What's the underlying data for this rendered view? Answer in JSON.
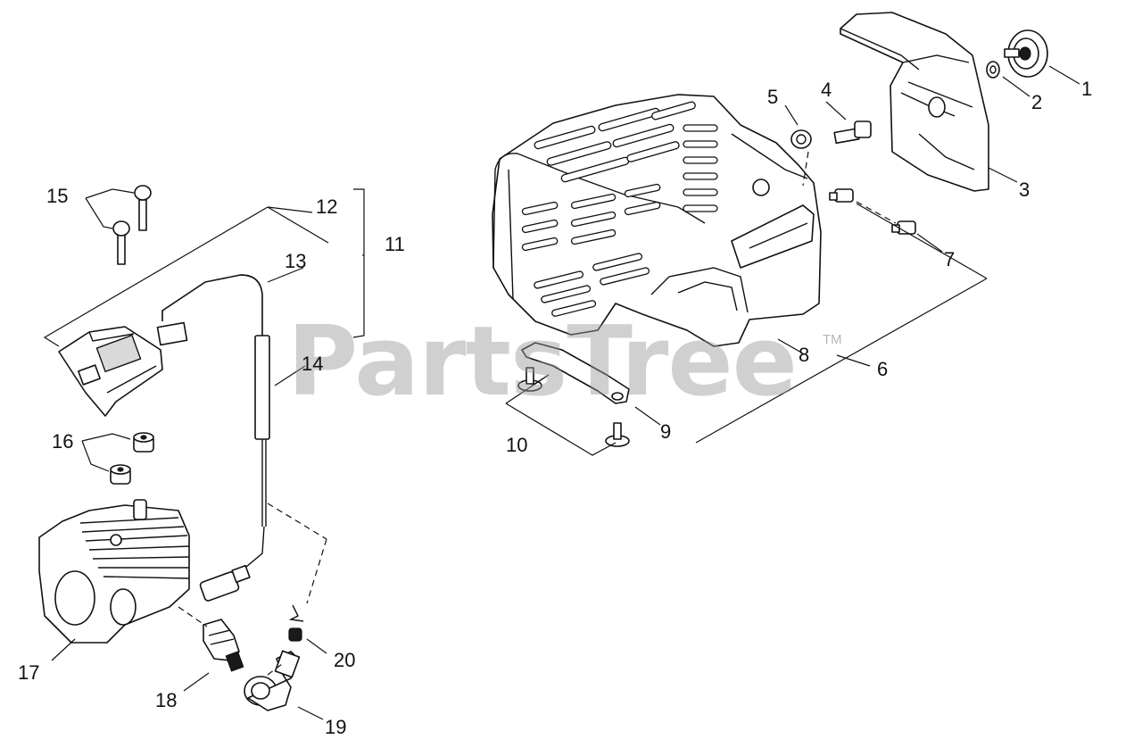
{
  "watermark": {
    "text": "PartsTree",
    "tm": "TM"
  },
  "callouts": {
    "c1": "1",
    "c2": "2",
    "c3": "3",
    "c4": "4",
    "c5": "5",
    "c6": "6",
    "c7": "7",
    "c8": "8",
    "c9": "9",
    "c10": "10",
    "c11": "11",
    "c12": "12",
    "c13": "13",
    "c14": "14",
    "c15": "15",
    "c16": "16",
    "c17": "17",
    "c18": "18",
    "c19": "19",
    "c20": "20"
  }
}
